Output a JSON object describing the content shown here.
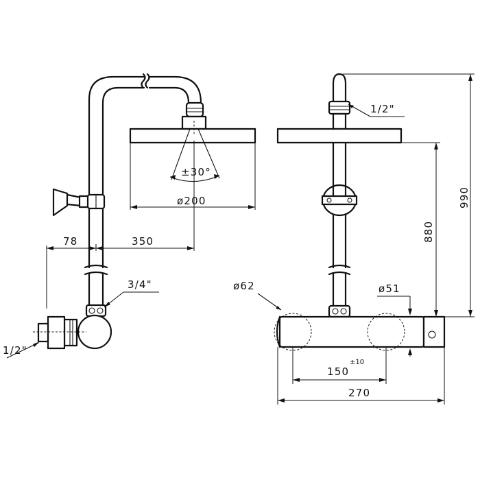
{
  "side_view": {
    "dim_tilt": "±30°",
    "dim_head_diameter": "ø200",
    "dim_wall_offset": "78",
    "dim_arm_reach": "350",
    "dim_upper_thread": "3/4\"",
    "dim_inlet_thread": "1/2\""
  },
  "front_view": {
    "dim_head_thread": "1/2\"",
    "dim_total_height": "990",
    "dim_head_height": "880",
    "dim_knob_diameter": "ø62",
    "dim_outlet_diameter": "ø51",
    "dim_center_distance": "150",
    "dim_center_tolerance": "±10",
    "dim_body_length": "270"
  }
}
